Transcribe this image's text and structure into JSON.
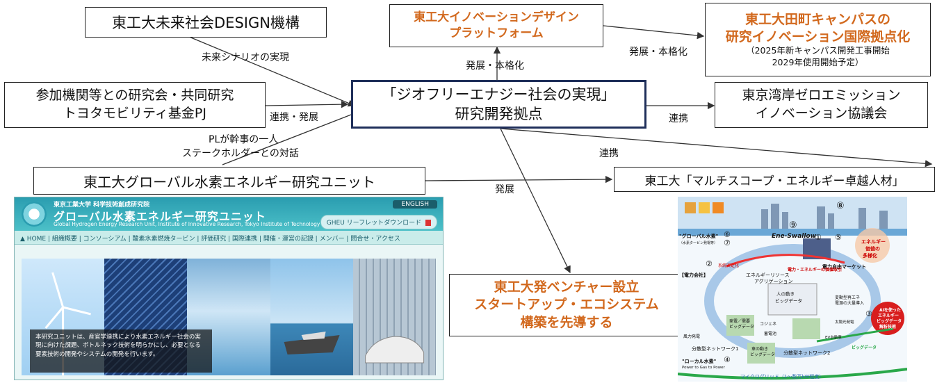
{
  "boxes": {
    "design": "東工大未来社会DESIGN機構",
    "idp_1": "東工大イノベーションデザイン",
    "idp_2": "プラットフォーム",
    "ota_1": "東工大田町キャンパスの",
    "ota_2": "研究イノベーション国際拠点化",
    "ota_3": "（2025年新キャンパス開発工事開始",
    "ota_4": "2029年使用開始予定）",
    "research_1": "参加機関等との研究会・共同研究",
    "research_2": "トヨタモビリティ基金PJ",
    "center_1": "「ジオフリーエナジー社会の実現」",
    "center_2": "研究開発拠点",
    "bay_1": "東京湾岸ゼロエミッション",
    "bay_2": "イノベーション協議会",
    "gheru": "東工大グローバル水素エネルギー研究ユニット",
    "multiscope": "東工大「マルチスコープ・エネルギー卓越人材」",
    "venture_1": "東工大発ベンチャー設立",
    "venture_2": "スタートアップ・エコシステム",
    "venture_3": "構築を先導する"
  },
  "labels": {
    "future_scenario": "未来シナリオの実現",
    "develop_full_1": "発展・本格化",
    "develop_full_2": "発展・本格化",
    "cooperate_develop": "連携・発展",
    "cooperate_1": "連携",
    "cooperate_2": "連携",
    "pl_1": "PLが幹事の一人",
    "pl_2": "ステークホルダーとの対話",
    "develop": "発展"
  },
  "website": {
    "affiliation": "東京工業大学 科学技術創成研究院",
    "title": "グローバル水素エネルギー研究ユニット",
    "subtitle": "Global Hydrogen Energy Research Unit, Institute of Innovative Research, Tokyo Institute of Technology",
    "english_btn": "ENGLISH",
    "leaflet_btn": "GHEU リーフレットダウンロード",
    "nav": "HOME | 組織概要 | コンソーシアム | 酸素水素燃焼タービン | 評価研究 | 国際連携 | 開催・運営の記録 | メンバー | 問合せ・アクセス",
    "overlay": "本研究ユニットは、産官学連携により水素エネルギー社会の実現に向けた課題、ボトルネック技術を明らかにし、必要となる要素技術の開発やシステムの開発を行います。"
  },
  "illustration": {
    "ene_swallow": "Ene-Swallow",
    "global_h2": "\"グローバル水素\"",
    "turbine": "（水素タービン発電等）",
    "grid_stabilize": "系統安定化",
    "power_company": "【電力会社】",
    "resource_agg_1": "エネルギーリソース",
    "resource_agg_2": "アグリゲーション",
    "free_market": "電力自由マーケット",
    "value_1": "エネルギー",
    "value_2": "価値の",
    "value_3": "多様化",
    "flow_text": "電力・エネルギーの価値取引",
    "human_bigdata_1": "人の動き",
    "human_bigdata_2": "ビッグデータ",
    "gen_bigdata_1": "発電／需要",
    "gen_bigdata_2": "ビッグデータ",
    "ai_1": "AIを使った",
    "ai_2": "エネルギー",
    "ai_3": "ビッグデータ",
    "ai_4": "解析技術",
    "car_bigdata_1": "車の動き",
    "car_bigdata_2": "ビッグデータ",
    "dist_net_1": "分散型ネットワーク1",
    "dist_net_2": "分散型ネットワーク2",
    "local_h2": "\"ローカル水素\"",
    "p2g": "Power to Gas to Power",
    "microgrid": "マイクログリッド（1～数万kW程度）",
    "solar": "太陽光発電",
    "ev": "EV自動車",
    "wind": "風力発電",
    "cogen": "コジェネ",
    "storage": "蓄電池",
    "variable_1": "変動型再エネ",
    "variable_2": "電源の大量導入",
    "bigdata": "ビッグデータ",
    "num_1": "①",
    "num_2": "②",
    "num_3": "③",
    "num_4": "④",
    "num_5": "⑤",
    "num_6": "⑥",
    "num_7": "⑦",
    "num_8": "⑧",
    "num_9": "⑨"
  },
  "colors": {
    "orange": "#d2691e",
    "center_border": "#1f2f5a",
    "site_teal": "#2a9db0"
  }
}
